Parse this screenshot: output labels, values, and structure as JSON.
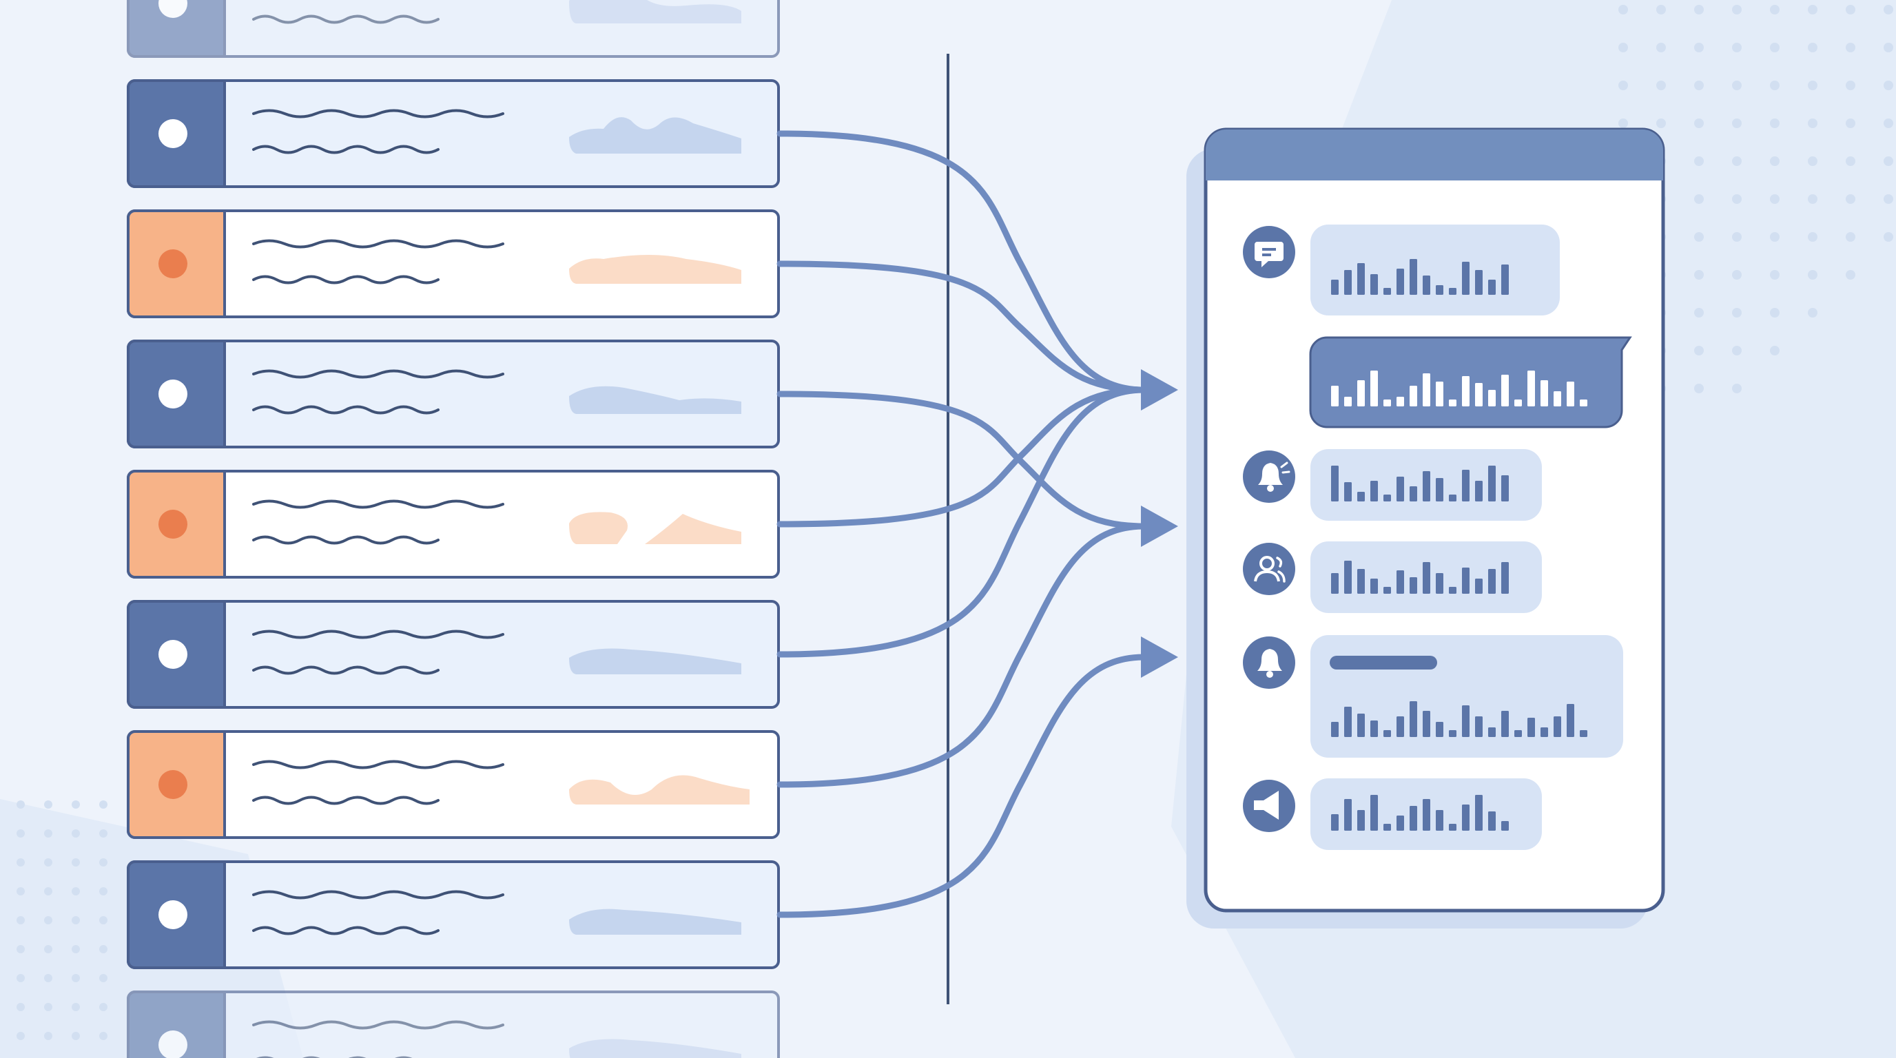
{
  "colors": {
    "background": "#eef3fb",
    "navy": "#5b75a8",
    "navy_dark": "#4a5f8e",
    "orange": "#f7b388",
    "orange_dot": "#ea7e4e",
    "row_blue": "#e9f1fc",
    "row_white": "#ffffff",
    "wave_blue": "#c5d5ee",
    "wave_orange": "#fbdcc7",
    "arrow": "#6f8bc0",
    "panel_header": "#728fbe",
    "bubble_light": "#d7e3f5",
    "bubble_dark": "#6e89bb",
    "dot_pattern": "#d2dff1"
  },
  "source_rows": [
    {
      "kind": "blue",
      "status": "faded"
    },
    {
      "kind": "blue",
      "status": "connected"
    },
    {
      "kind": "orange",
      "status": "connected"
    },
    {
      "kind": "blue",
      "status": "connected"
    },
    {
      "kind": "orange",
      "status": "connected"
    },
    {
      "kind": "blue",
      "status": "connected"
    },
    {
      "kind": "orange",
      "status": "connected"
    },
    {
      "kind": "blue",
      "status": "connected"
    },
    {
      "kind": "blue",
      "status": "faded"
    }
  ],
  "messages": [
    {
      "icon": "chat-bubble-icon",
      "style": "light",
      "has_heading_bar": false
    },
    {
      "icon": "",
      "style": "dark",
      "has_heading_bar": false
    },
    {
      "icon": "bell-alert-icon",
      "style": "light",
      "has_heading_bar": false
    },
    {
      "icon": "people-icon",
      "style": "light",
      "has_heading_bar": false
    },
    {
      "icon": "bell-icon",
      "style": "light",
      "has_heading_bar": true
    },
    {
      "icon": "megaphone-icon",
      "style": "light",
      "has_heading_bar": false
    }
  ]
}
